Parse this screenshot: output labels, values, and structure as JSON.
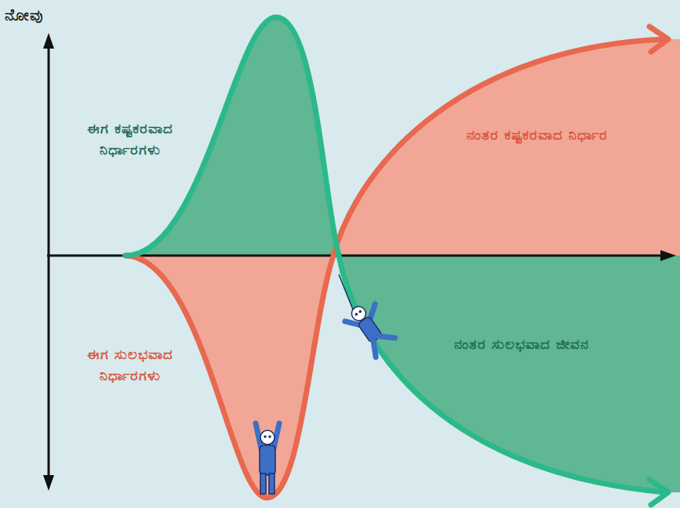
{
  "diagram": {
    "labels": [
      "ನೋವು",
      "ಈಗ ಕಷ್ಟಕರವಾದ ನಿರ್ಧಾರಗಳು",
      "ನಂತರ ಕಷ್ಟಕರವಾದ ನಿರ್ಧಾರ",
      "ಈಗ ಸುಲಭವಾದ ನಿರ್ಧಾರಗಳು",
      "ನಂತರ ಸುಲಭವಾದ ಜೀವನ"
    ]
  }
}
